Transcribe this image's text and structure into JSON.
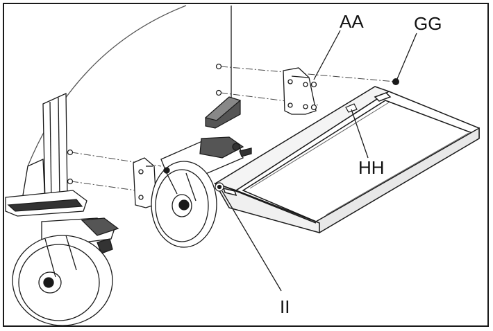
{
  "callouts": {
    "aa": "AA",
    "gg": "GG",
    "hh": "HH",
    "ii": "II"
  },
  "colors": {
    "line": "#1a1a1a",
    "light_line": "#7a7a7a",
    "shade": "#9a9a9a",
    "dark": "#333333",
    "background": "#ffffff"
  }
}
